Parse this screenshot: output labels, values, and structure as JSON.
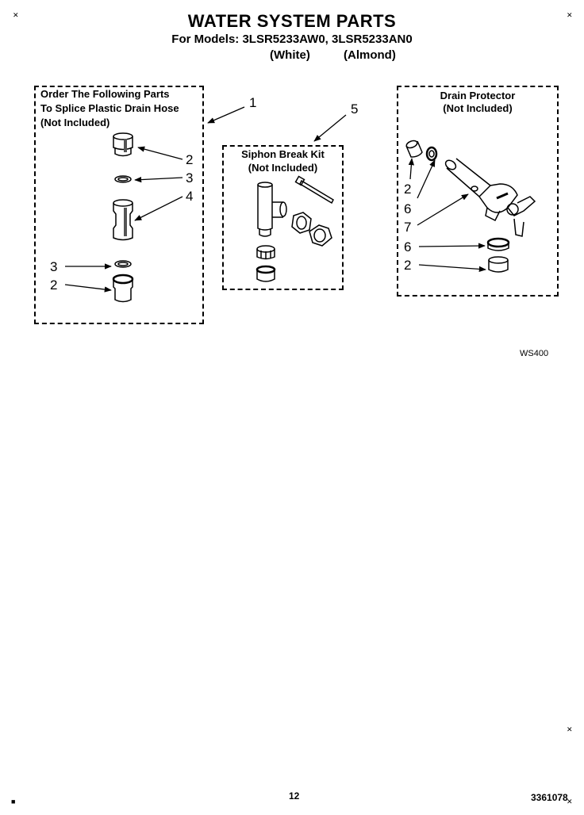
{
  "header": {
    "title": "WATER SYSTEM PARTS",
    "models_line": "For Models: 3LSR5233AW0, 3LSR5233AN0",
    "color_white": "(White)",
    "color_almond": "(Almond)"
  },
  "splice_box": {
    "line1": "Order The Following Parts",
    "line2": "To Splice Plastic Drain Hose",
    "line3": "(Not Included)"
  },
  "siphon_box": {
    "line1": "Siphon Break Kit",
    "line2": "(Not Included)"
  },
  "drain_box": {
    "line1": "Drain Protector",
    "line2": "(Not Included)"
  },
  "callouts": {
    "c1": "1",
    "c5": "5",
    "s2a": "2",
    "s3a": "3",
    "s4": "4",
    "s3b": "3",
    "s2b": "2",
    "d2a": "2",
    "d6a": "6",
    "d7": "7",
    "d6b": "6",
    "d2b": "2"
  },
  "diagram_code": "WS400",
  "footer": {
    "page_number": "12",
    "doc_number": "3361078"
  }
}
